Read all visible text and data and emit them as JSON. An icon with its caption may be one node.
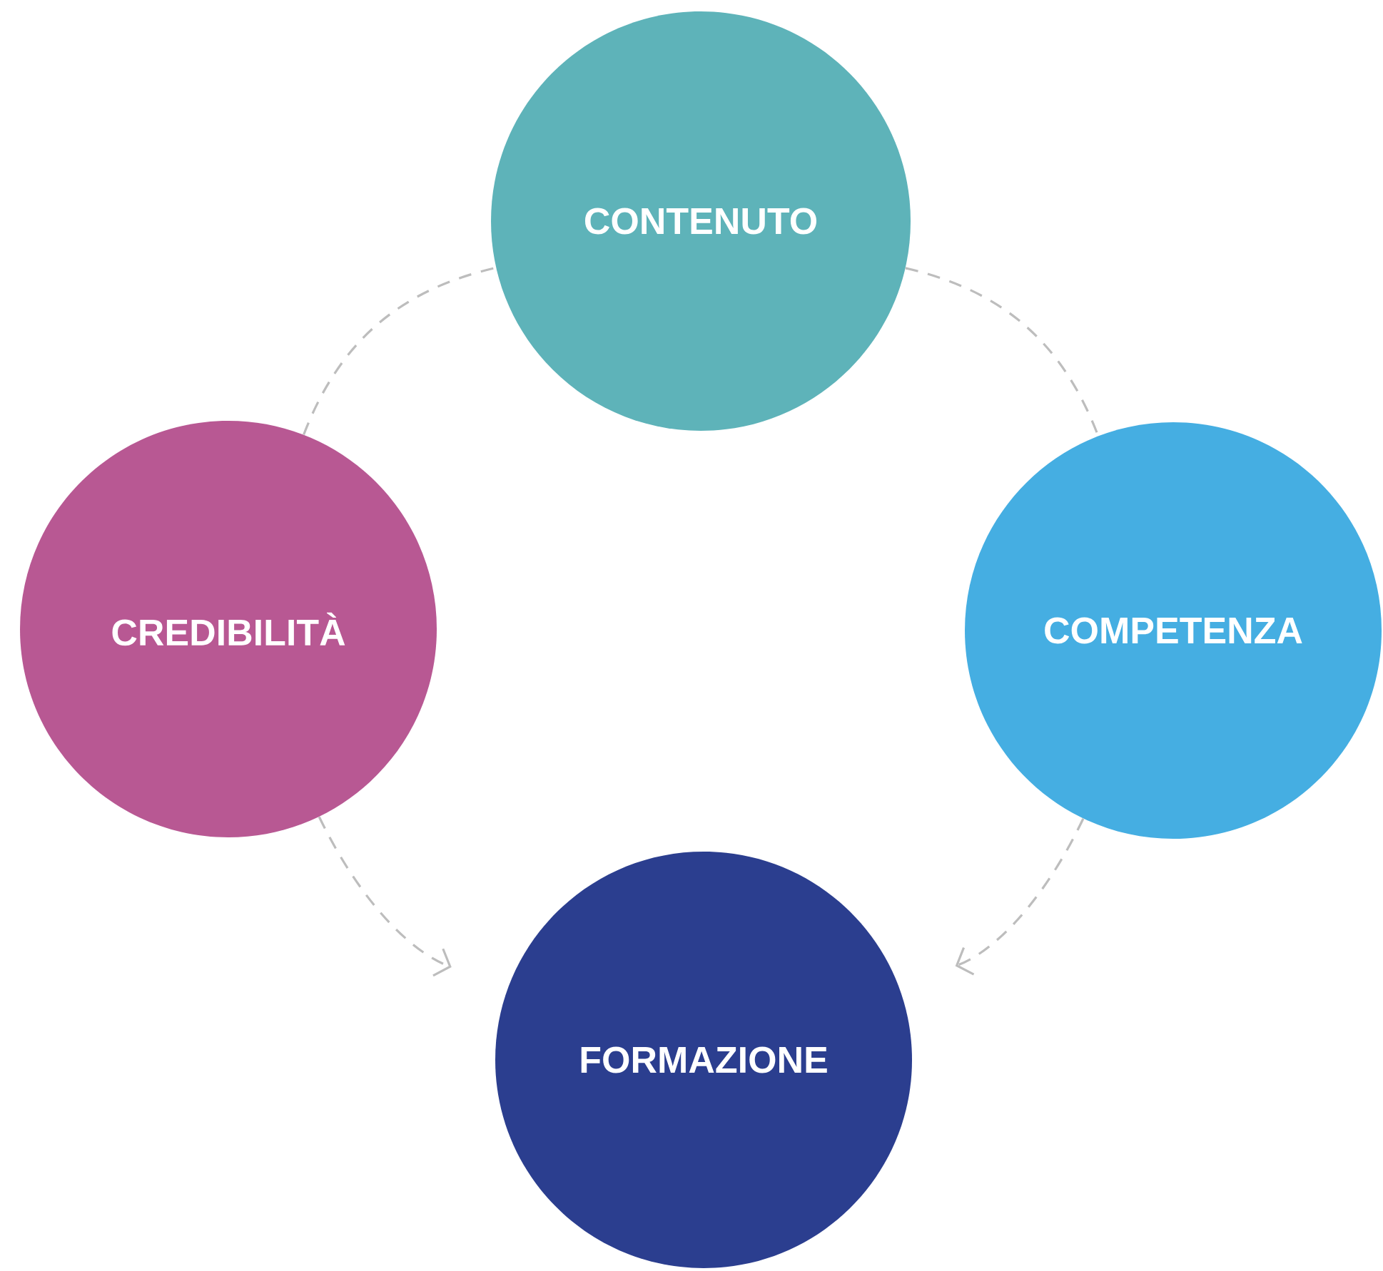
{
  "diagram": {
    "nodes": [
      {
        "text": [
          "CONTENUTO"
        ]
      },
      {
        "text": [
          "CREDIBILITÀ"
        ]
      },
      {
        "text": [
          "COMPETENZA"
        ]
      },
      {
        "text": [
          "FORMAZIONE"
        ]
      }
    ],
    "edges": [
      {
        "from": 1,
        "to": 0,
        "arrow": "none",
        "style": "dashed"
      },
      {
        "from": 0,
        "to": 2,
        "arrow": "none",
        "style": "dashed"
      },
      {
        "from": 1,
        "to": 3,
        "arrow": "to",
        "style": "dashed"
      },
      {
        "from": 2,
        "to": 3,
        "arrow": "to",
        "style": "dashed"
      }
    ]
  }
}
